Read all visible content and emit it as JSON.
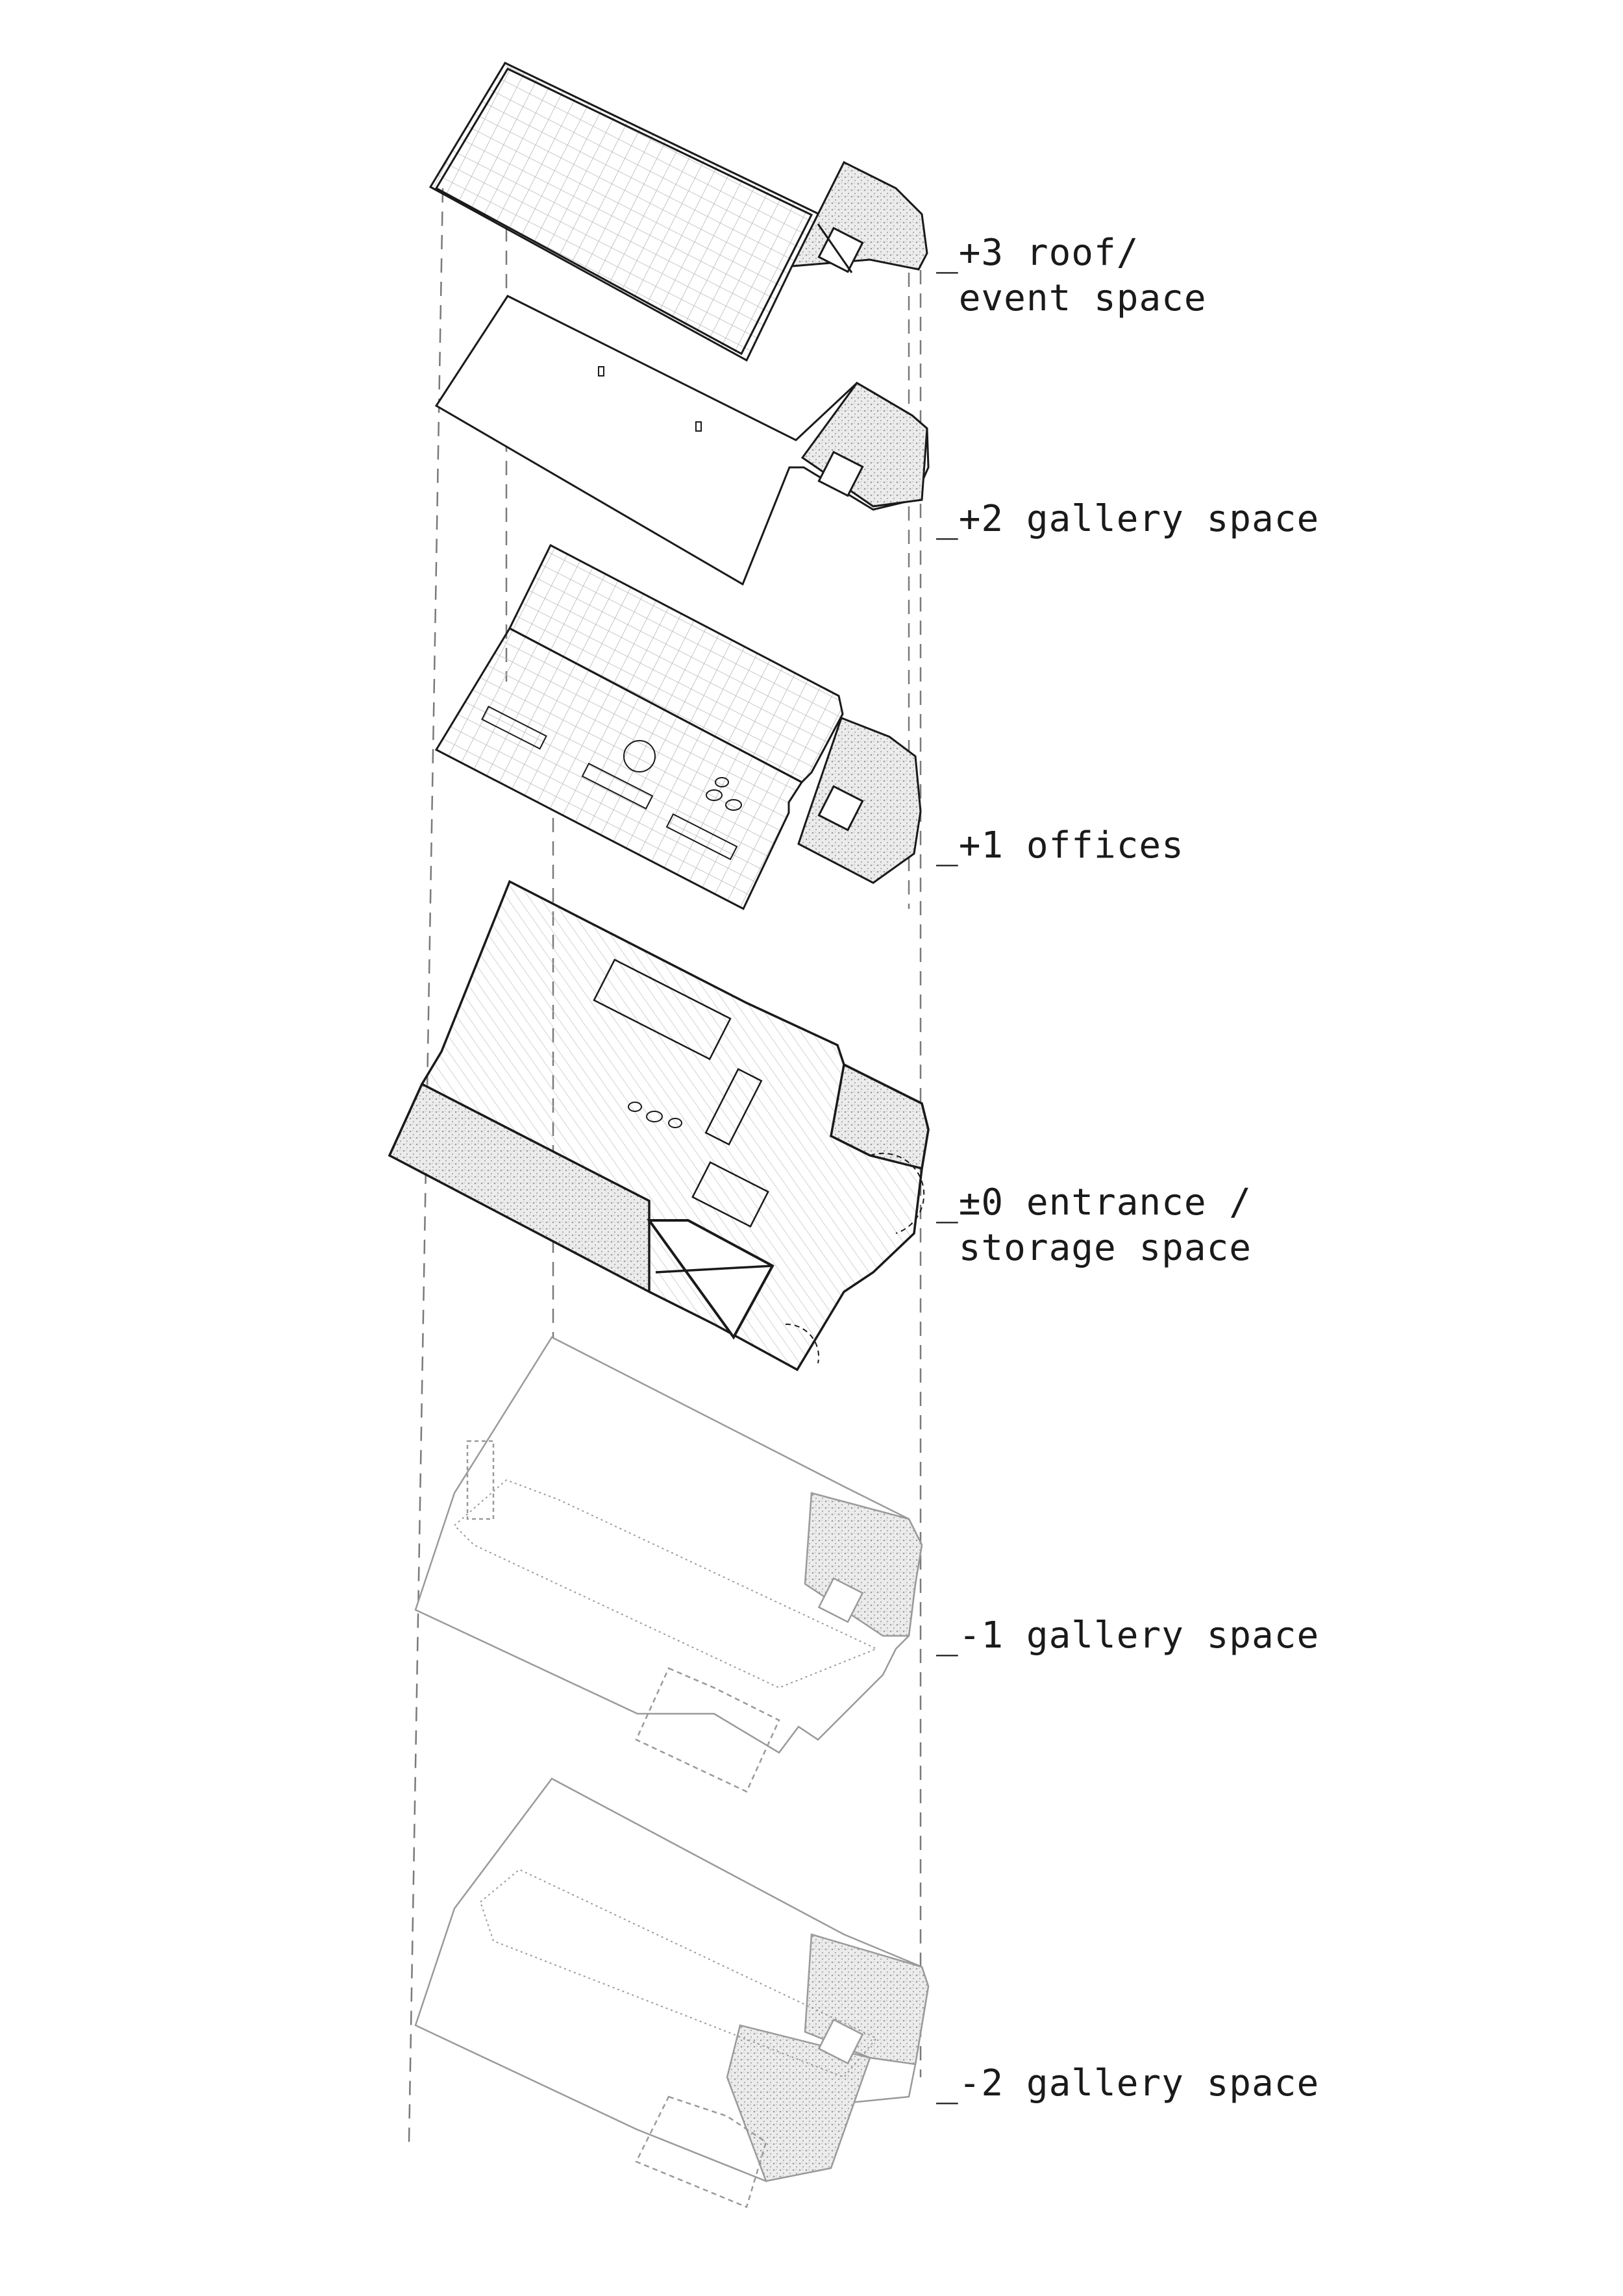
{
  "floors": [
    {
      "id": "roof",
      "label_line1": "_+3 roof/",
      "label_line2": "event space"
    },
    {
      "id": "l2",
      "label_line1": "_+2 gallery space",
      "label_line2": ""
    },
    {
      "id": "l1",
      "label_line1": "_+1 offices",
      "label_line2": ""
    },
    {
      "id": "ground",
      "label_line1": "_±0 entrance /",
      "label_line2": "storage space"
    },
    {
      "id": "b1",
      "label_line1": "_-1 gallery space",
      "label_line2": ""
    },
    {
      "id": "b2",
      "label_line1": "_-2 gallery space",
      "label_line2": ""
    }
  ],
  "colors": {
    "line_dark": "#1a1a1a",
    "line_light": "#9a9a9a",
    "grid": "#bdbdbd",
    "stipple": "#d8d8d8"
  }
}
